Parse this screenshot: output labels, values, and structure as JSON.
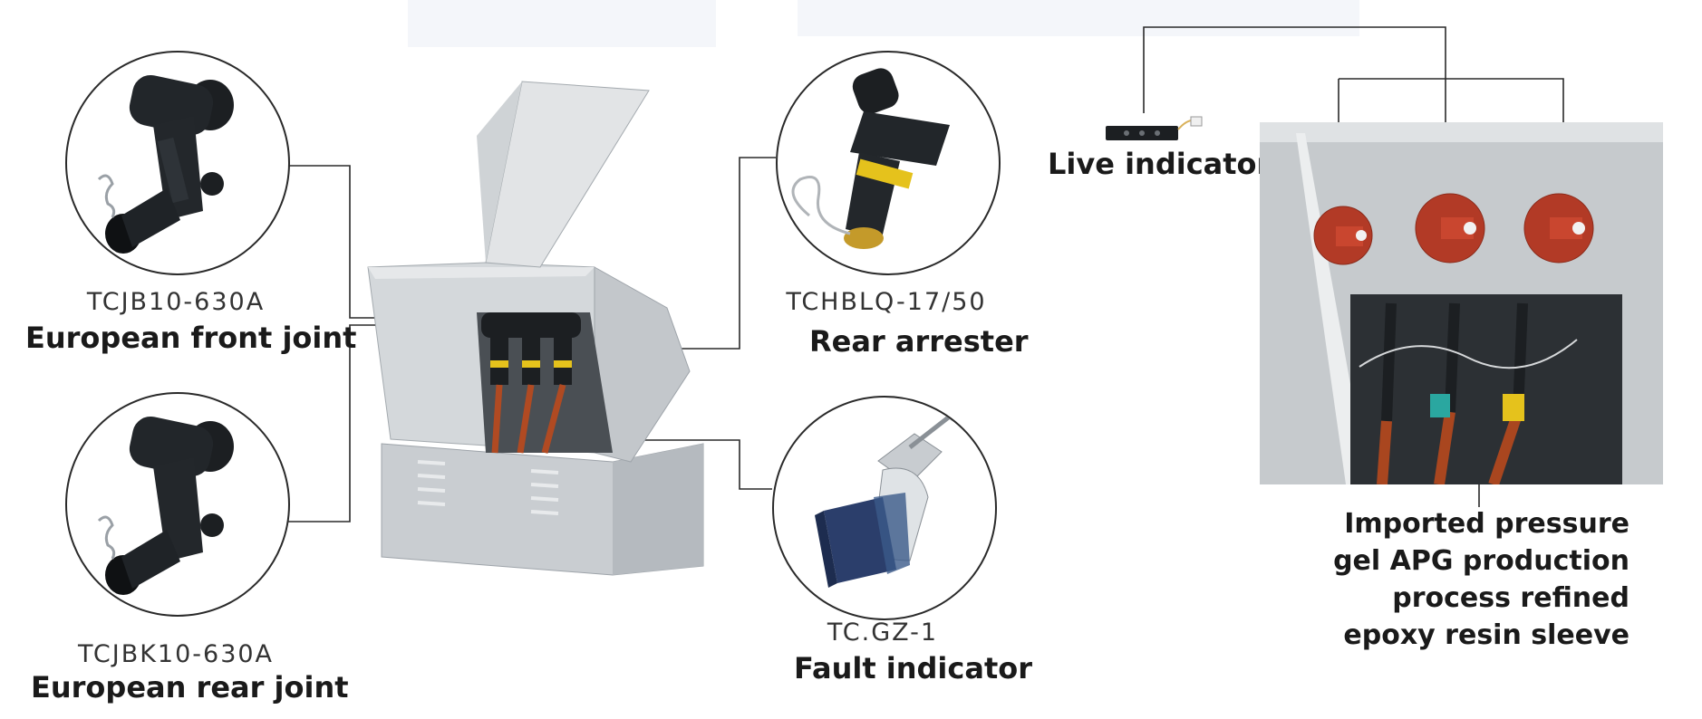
{
  "products": {
    "front_joint": {
      "model": "TCJB10-630A",
      "name": "European front joint",
      "icon": "front-joint-icon"
    },
    "rear_joint": {
      "model": "TCJBK10-630A",
      "name": "European rear joint",
      "icon": "rear-joint-icon"
    },
    "rear_arrester": {
      "model": "TCHBLQ-17/50",
      "name": "Rear arrester",
      "icon": "arrester-icon"
    },
    "fault_indicator": {
      "model": "TC.GZ-1",
      "name": "Fault indicator",
      "icon": "fault-indicator-icon"
    }
  },
  "live_indicator": {
    "name": "Live indicator",
    "icon": "live-indicator-icon"
  },
  "sleeve_description": {
    "line1": "Imported pressure",
    "line2": "gel APG production",
    "line3": "process refined",
    "line4": "epoxy resin sleeve"
  },
  "colors": {
    "steel": "#c9cdd1",
    "rubber": "#1c1f22",
    "sleeve": "#b23a26",
    "line": "#2a2a2a"
  }
}
